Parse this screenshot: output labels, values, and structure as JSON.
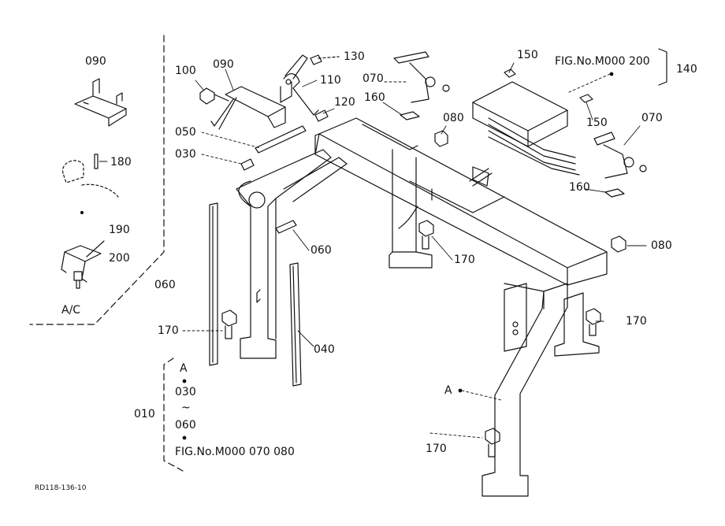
{
  "callouts": {
    "p090a": "090",
    "p090b": "090",
    "p100": "100",
    "p130": "130",
    "p110": "110",
    "p120": "120",
    "p050": "050",
    "p030": "030",
    "p180": "180",
    "p190": "190",
    "p200": "200",
    "p060a": "060",
    "p060b": "060",
    "p170a": "170",
    "p170b": "170",
    "p170c": "170",
    "p170d": "170",
    "p040": "040",
    "p010": "010",
    "p070a": "070",
    "p070b": "070",
    "p160a": "160",
    "p160b": "160",
    "p080a": "080",
    "p080b": "080",
    "p150a": "150",
    "p150b": "150",
    "p140": "140"
  },
  "texts": {
    "ac": "A/C",
    "fig_top": "FIG.No.M000  200",
    "point_a": "A",
    "point_a2": "A",
    "range_from": "030",
    "range_tilde": "~",
    "range_to": "060",
    "fig_bottom": "FIG.No.M000  070  080",
    "drawing_no": "RD118-136-10"
  }
}
